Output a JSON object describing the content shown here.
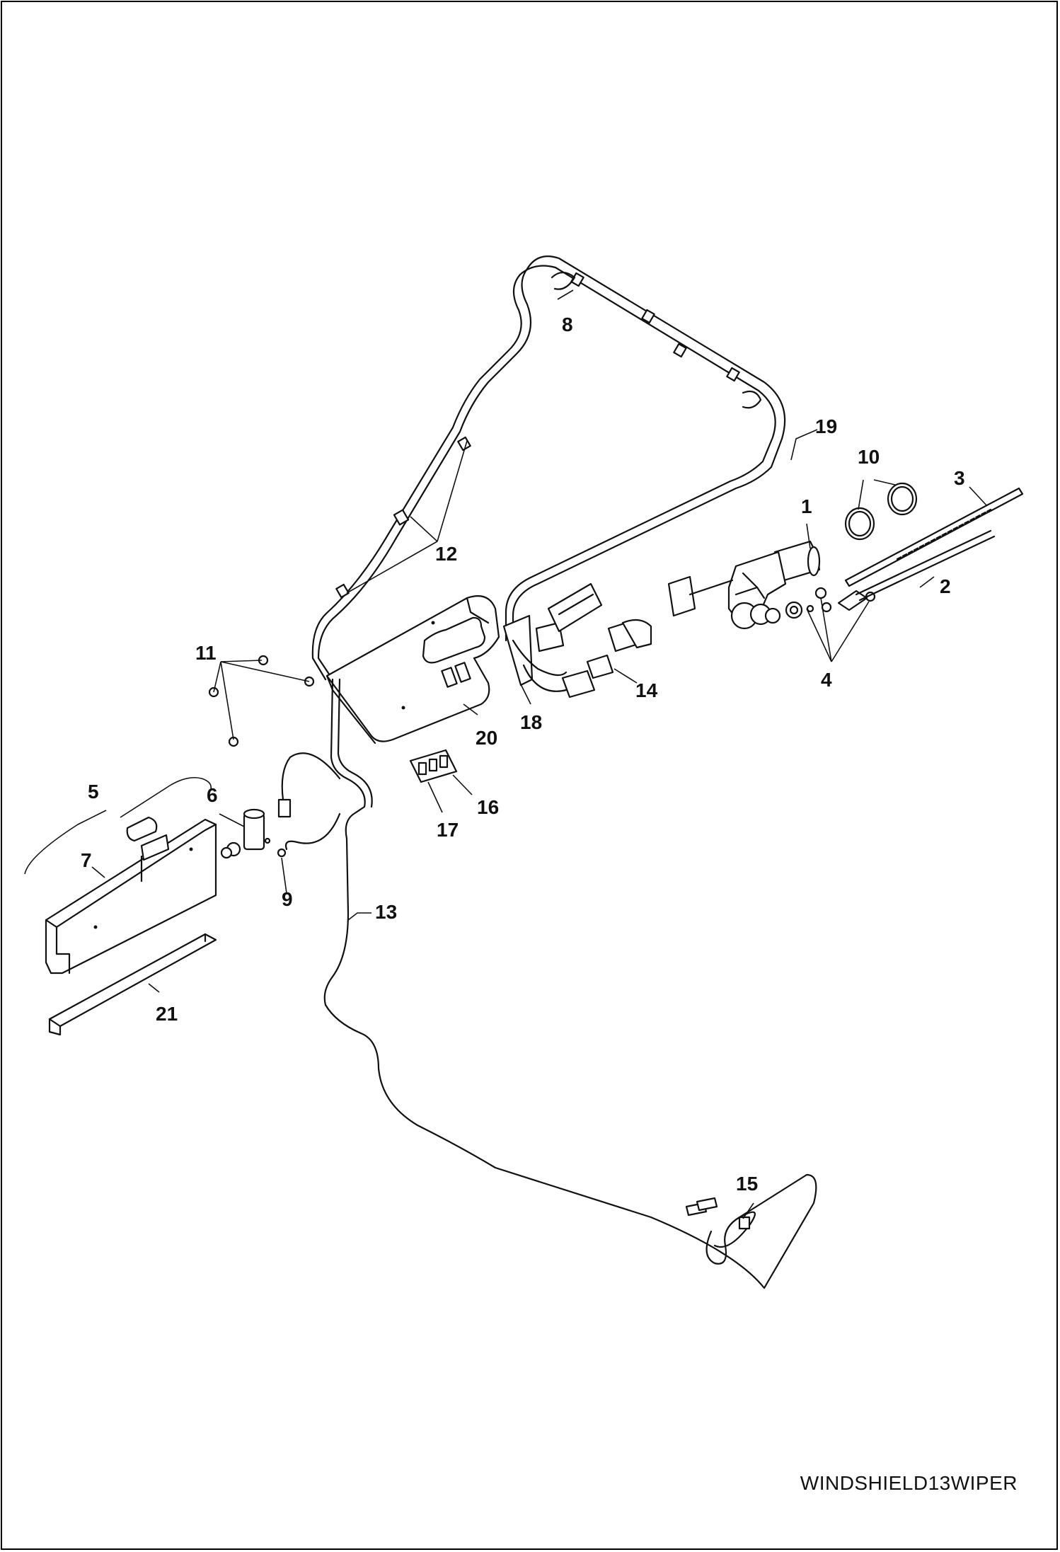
{
  "caption": "WINDSHIELD13WIPER",
  "callouts": [
    "1",
    "2",
    "3",
    "4",
    "5",
    "6",
    "7",
    "8",
    "9",
    "10",
    "11",
    "12",
    "13",
    "14",
    "15",
    "16",
    "17",
    "18",
    "19",
    "20",
    "21"
  ]
}
